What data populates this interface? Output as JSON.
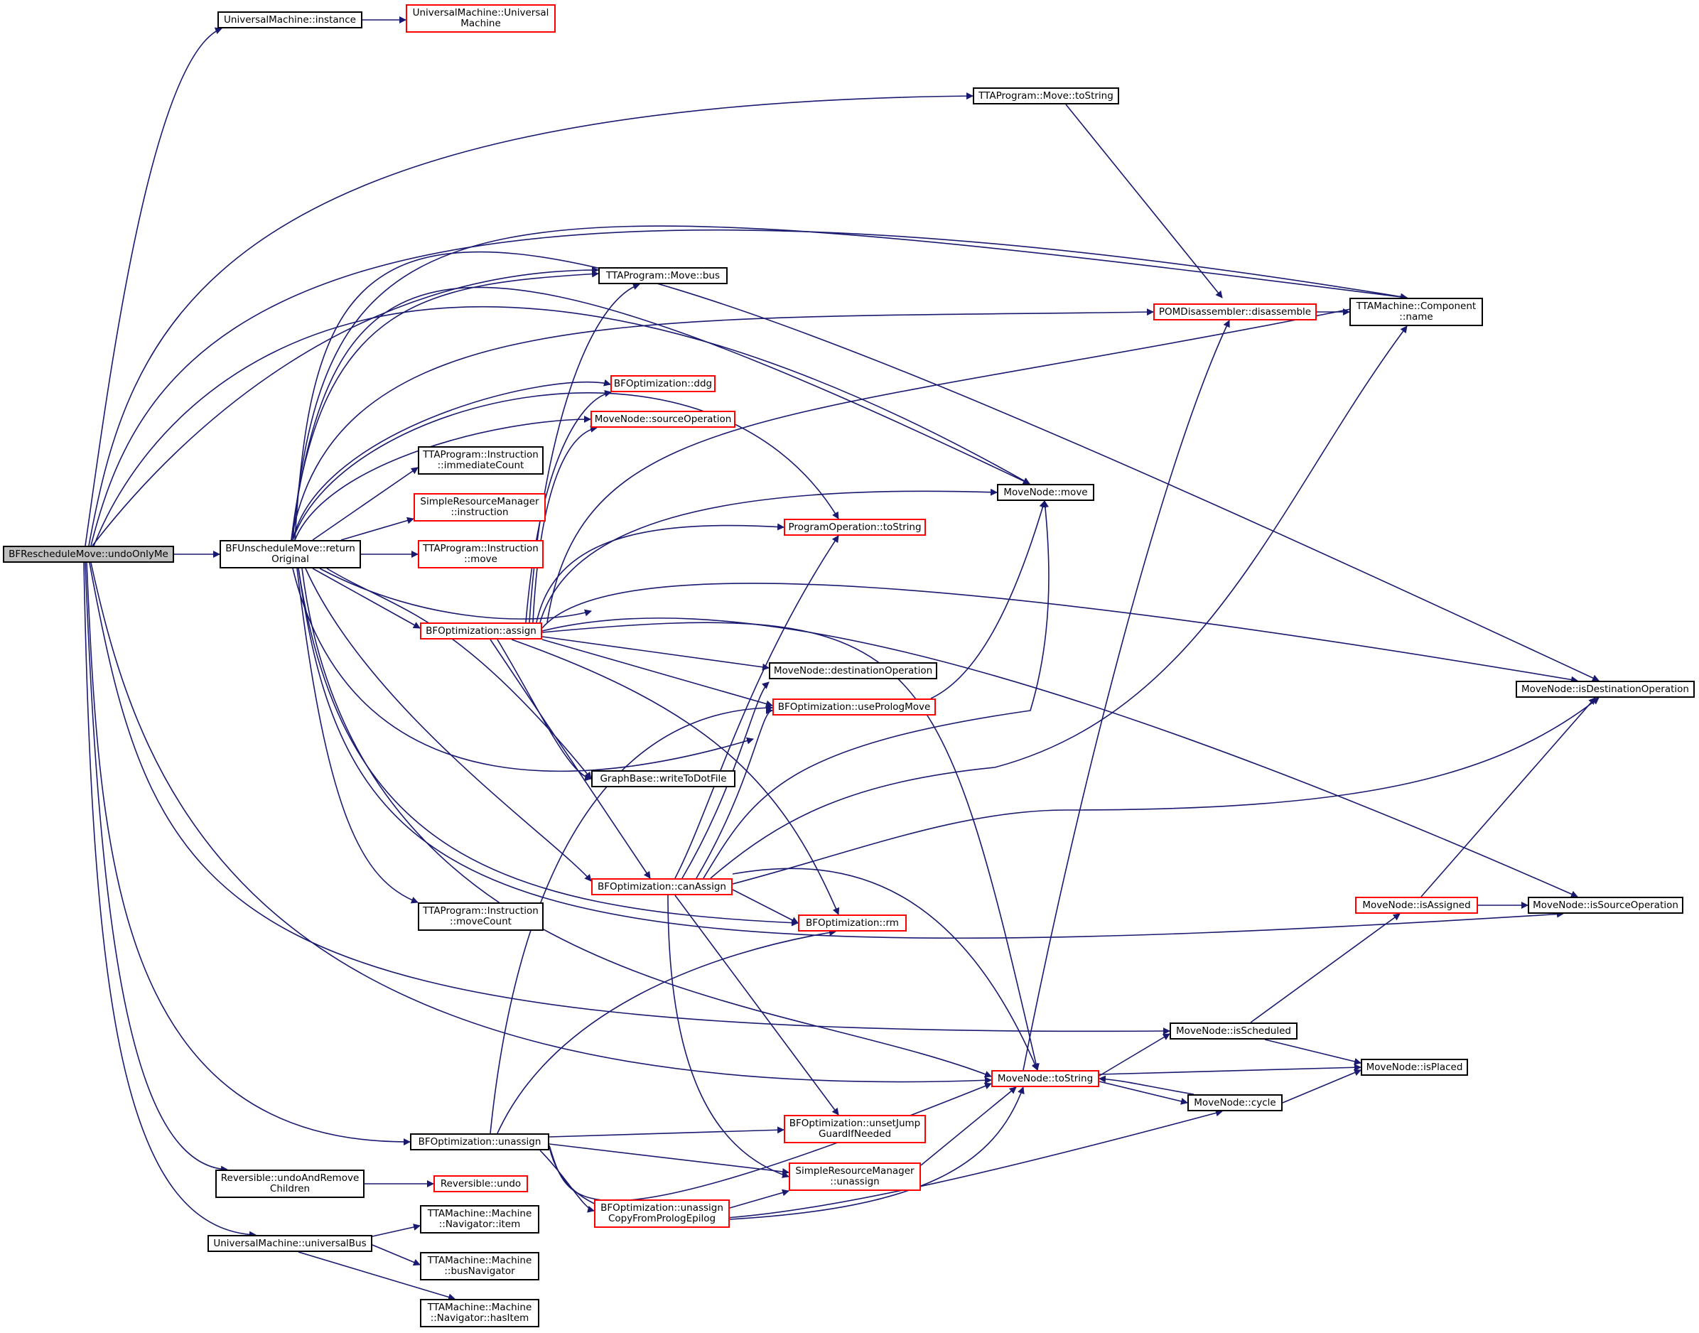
{
  "colors": {
    "edge": "#191970",
    "node_border": "#000000",
    "node_border_red": "#ff0000",
    "root_fill": "#bfbfbf"
  },
  "nodes": {
    "n0": {
      "label": "BFRescheduleMove::undoOnlyMe",
      "style": "root"
    },
    "n1": {
      "label": "UniversalMachine::instance",
      "style": "black"
    },
    "n2": {
      "label": "UniversalMachine::Universal\nMachine",
      "style": "red"
    },
    "n3": {
      "label": "TTAProgram::Move::toString",
      "style": "black"
    },
    "n4": {
      "label": "TTAProgram::Move::bus",
      "style": "black"
    },
    "n5": {
      "label": "POMDisassembler::disassemble",
      "style": "red"
    },
    "n6": {
      "label": "TTAMachine::Component\n::name",
      "style": "black"
    },
    "n7": {
      "label": "BFOptimization::ddg",
      "style": "red"
    },
    "n8": {
      "label": "MoveNode::sourceOperation",
      "style": "red"
    },
    "n9": {
      "label": "TTAProgram::Instruction\n::immediateCount",
      "style": "black"
    },
    "n10": {
      "label": "SimpleResourceManager\n::instruction",
      "style": "red"
    },
    "n11": {
      "label": "MoveNode::move",
      "style": "black"
    },
    "n12": {
      "label": "ProgramOperation::toString",
      "style": "red"
    },
    "n13": {
      "label": "BFUnscheduleMove::return\nOriginal",
      "style": "black"
    },
    "n14": {
      "label": "TTAProgram::Instruction\n::move",
      "style": "red"
    },
    "n15": {
      "label": "BFOptimization::assign",
      "style": "red"
    },
    "n16": {
      "label": "MoveNode::destinationOperation",
      "style": "black"
    },
    "n17": {
      "label": "MoveNode::isDestinationOperation",
      "style": "black"
    },
    "n18": {
      "label": "BFOptimization::usePrologMove",
      "style": "red"
    },
    "n19": {
      "label": "GraphBase::writeToDotFile",
      "style": "black"
    },
    "n20": {
      "label": "BFOptimization::canAssign",
      "style": "red"
    },
    "n21": {
      "label": "TTAProgram::Instruction\n::moveCount",
      "style": "black"
    },
    "n22": {
      "label": "BFOptimization::rm",
      "style": "red"
    },
    "n23": {
      "label": "MoveNode::isAssigned",
      "style": "red"
    },
    "n24": {
      "label": "MoveNode::isSourceOperation",
      "style": "black"
    },
    "n25": {
      "label": "MoveNode::isScheduled",
      "style": "black"
    },
    "n26": {
      "label": "MoveNode::toString",
      "style": "red"
    },
    "n27": {
      "label": "MoveNode::isPlaced",
      "style": "black"
    },
    "n28": {
      "label": "MoveNode::cycle",
      "style": "black"
    },
    "n29": {
      "label": "BFOptimization::unassign",
      "style": "black"
    },
    "n30": {
      "label": "BFOptimization::unsetJump\nGuardIfNeeded",
      "style": "red"
    },
    "n31": {
      "label": "Reversible::undoAndRemove\nChildren",
      "style": "black"
    },
    "n32": {
      "label": "Reversible::undo",
      "style": "red"
    },
    "n33": {
      "label": "SimpleResourceManager\n::unassign",
      "style": "red"
    },
    "n34": {
      "label": "BFOptimization::unassign\nCopyFromPrologEpilog",
      "style": "red"
    },
    "n35": {
      "label": "UniversalMachine::universalBus",
      "style": "black"
    },
    "n36": {
      "label": "TTAMachine::Machine\n::Navigator::item",
      "style": "black"
    },
    "n37": {
      "label": "TTAMachine::Machine\n::busNavigator",
      "style": "black"
    },
    "n38": {
      "label": "TTAMachine::Machine\n::Navigator::hasItem",
      "style": "black"
    }
  }
}
